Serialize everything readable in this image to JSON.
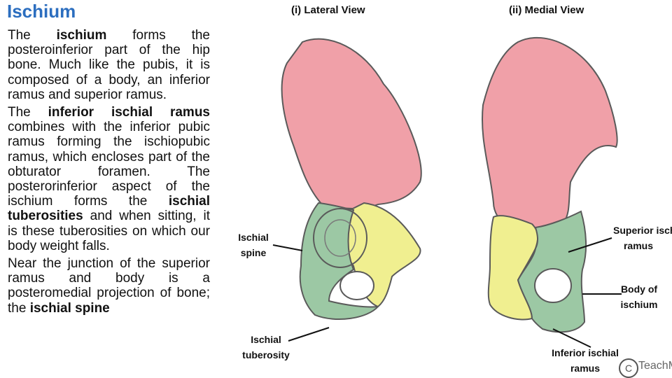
{
  "slide": {
    "title": "Ischium",
    "para1": {
      "t1": "The ",
      "b1": "ischium",
      "t2": " forms the posteroinferior part of the hip bone. Much like the pubis, it is composed of a body, an inferior ramus and superior ramus."
    },
    "para2": {
      "t1": "The ",
      "b1": "inferior ischial ramus",
      "t2": " combines with the inferior pubic ramus forming the ischiopubic ramus, which encloses part of the obturator foramen. The posterorinferior aspect of the ischium forms the ",
      "b2": "ischial tuberosities",
      "t3": " and when sitting, it is these tuberosities on which our body weight falls."
    },
    "para3": {
      "t1": "Near the junction of the superior ramus and body is a posteromedial projection of bone; the ",
      "b1": "ischial spine"
    }
  },
  "figure": {
    "lateral_title": "(i) Lateral View",
    "medial_title": "(ii) Medial View",
    "labels": {
      "ischial_spine": [
        "Ischial",
        "spine"
      ],
      "ischial_tuberosity": [
        "Ischial",
        "tuberosity"
      ],
      "superior_ischial_ramus": [
        "Superior ischi",
        "ramus"
      ],
      "body_of_ischium": [
        "Body of",
        "ischium"
      ],
      "inferior_ischial_ramus": [
        "Inferior ischial",
        "ramus"
      ]
    },
    "colors": {
      "ilium": "#f0a0a8",
      "pubis": "#f0ef90",
      "ischium": "#9cc8a4",
      "outline": "#5a5a5a"
    },
    "watermark": {
      "mark": "C",
      "text": "TeachMeSe"
    }
  }
}
